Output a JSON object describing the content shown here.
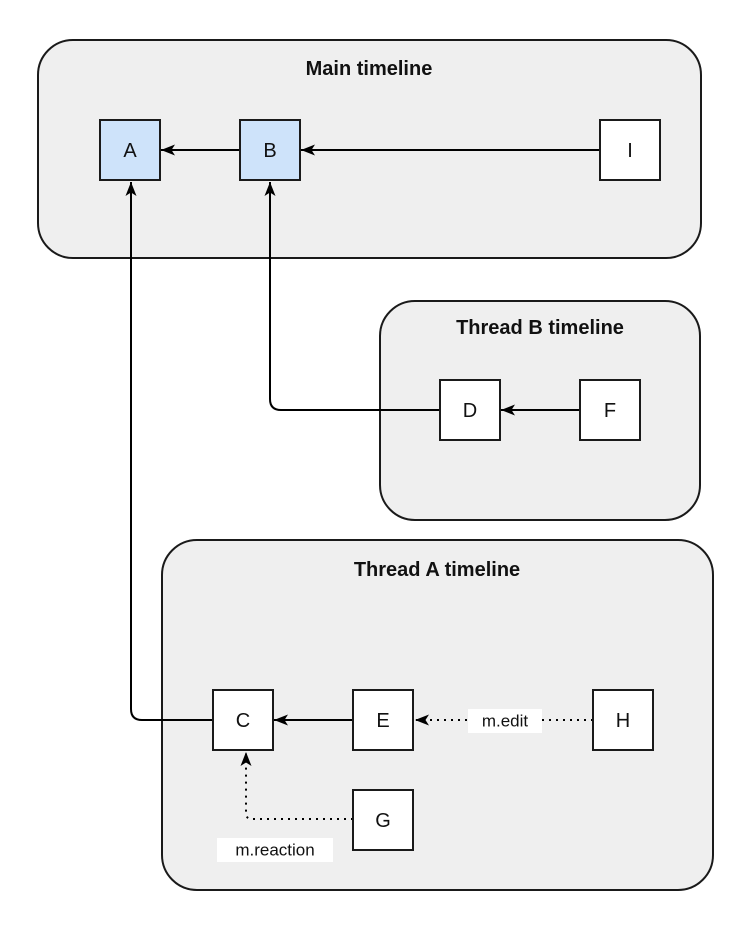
{
  "colors": {
    "page_bg": "#ffffff",
    "container_fill": "#efefef",
    "container_border": "#1a1a1a",
    "node_fill": "#ffffff",
    "node_highlight_fill": "#cee3fa",
    "node_border": "#1a1a1a",
    "arrow": "#000000",
    "label_bg": "#ffffff",
    "text": "#111111"
  },
  "containers": {
    "main": {
      "title": "Main timeline"
    },
    "thread_b": {
      "title": "Thread B timeline"
    },
    "thread_a": {
      "title": "Thread A timeline"
    }
  },
  "nodes": {
    "A": {
      "label": "A",
      "timeline": "main",
      "highlighted": true
    },
    "B": {
      "label": "B",
      "timeline": "main",
      "highlighted": true
    },
    "I": {
      "label": "I",
      "timeline": "main",
      "highlighted": false
    },
    "D": {
      "label": "D",
      "timeline": "thread_b",
      "highlighted": false
    },
    "F": {
      "label": "F",
      "timeline": "thread_b",
      "highlighted": false
    },
    "C": {
      "label": "C",
      "timeline": "thread_a",
      "highlighted": false
    },
    "E": {
      "label": "E",
      "timeline": "thread_a",
      "highlighted": false
    },
    "H": {
      "label": "H",
      "timeline": "thread_a",
      "highlighted": false
    },
    "G": {
      "label": "G",
      "timeline": "thread_a",
      "highlighted": false
    }
  },
  "edges": {
    "b_to_a": {
      "from": "B",
      "to": "A",
      "style": "solid",
      "label": ""
    },
    "i_to_b": {
      "from": "I",
      "to": "B",
      "style": "solid",
      "label": ""
    },
    "d_to_b": {
      "from": "D",
      "to": "B",
      "style": "solid",
      "label": ""
    },
    "f_to_d": {
      "from": "F",
      "to": "D",
      "style": "solid",
      "label": ""
    },
    "c_to_a": {
      "from": "C",
      "to": "A",
      "style": "solid",
      "label": ""
    },
    "e_to_c": {
      "from": "E",
      "to": "C",
      "style": "solid",
      "label": ""
    },
    "h_to_e": {
      "from": "H",
      "to": "E",
      "style": "dotted",
      "label": "m.edit"
    },
    "g_to_c": {
      "from": "G",
      "to": "C",
      "style": "dotted",
      "label": "m.reaction"
    }
  }
}
